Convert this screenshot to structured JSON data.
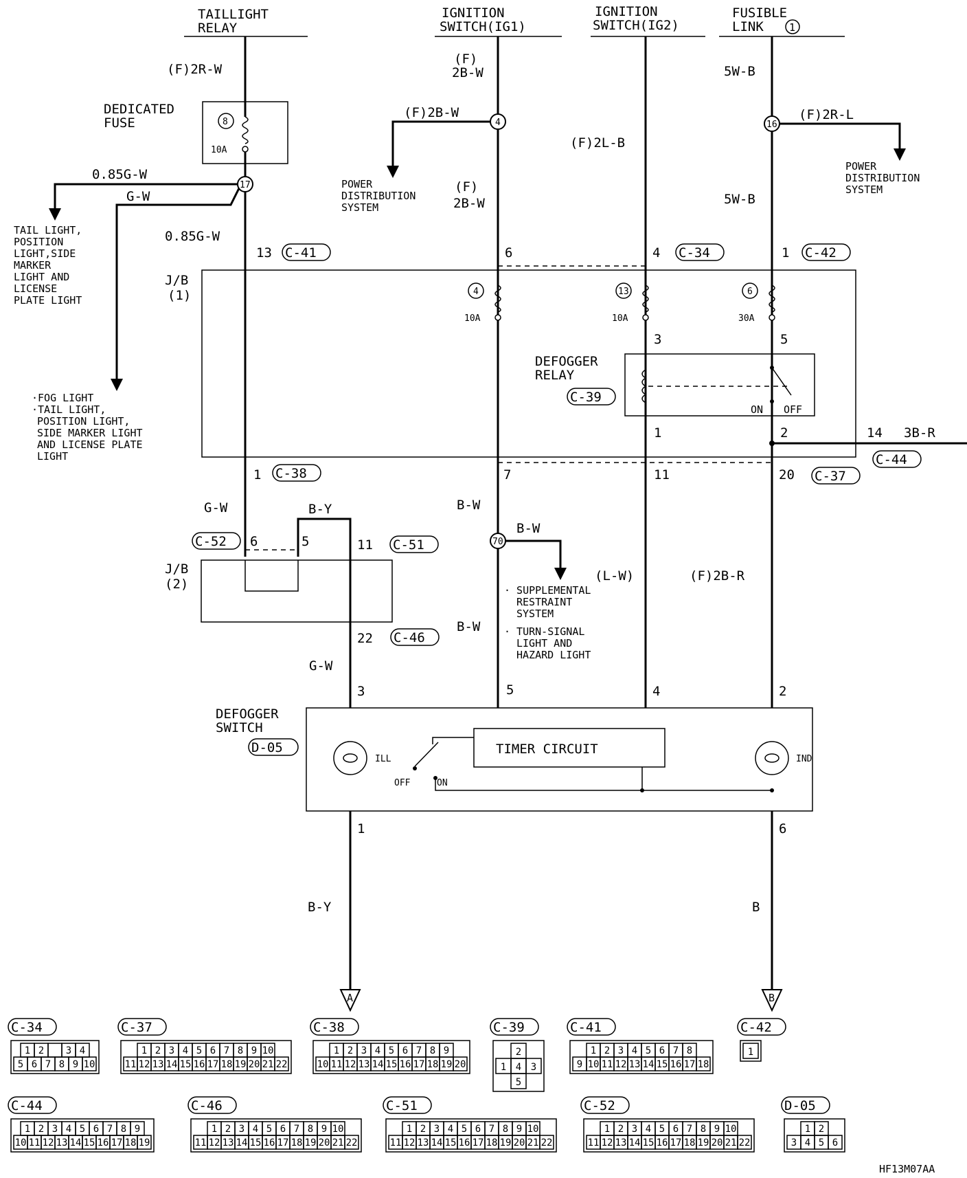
{
  "power_sources": [
    {
      "line1": "TAILLIGHT",
      "line2": "RELAY"
    },
    {
      "line1": "IGNITION",
      "line2": "SWITCH(IG1)"
    },
    {
      "line1": "IGNITION",
      "line2": "SWITCH(IG2)"
    },
    {
      "line1": "FUSIBLE",
      "line2": "LINK",
      "badge": "1"
    }
  ],
  "wires": {
    "w1": "(F)2R-W",
    "w2": "0.85G-W",
    "w3": "G-W",
    "w4": "0.85G-W",
    "w5a": "(F)",
    "w5b": "2B-W",
    "w6": "(F)2B-W",
    "w7a": "(F)",
    "w7b": "2B-W",
    "w8": "(F)2L-B",
    "w9": "5W-B",
    "w10": "(F)2R-L",
    "w11": "5W-B",
    "w12": "G-W",
    "w13": "B-Y",
    "w14": "G-W",
    "w15": "B-W",
    "w16": "B-W",
    "w17": "B-W",
    "w18": "(L-W)",
    "w19": "(F)2B-R",
    "w20": "B-Y",
    "w21": "B",
    "w22": "3B-R"
  },
  "components": {
    "dedicated_fuse": {
      "line1": "DEDICATED",
      "line2": "FUSE",
      "fuse_no": "8",
      "rating": "10A"
    },
    "jb1": {
      "line1": "J/B",
      "line2": "(1)"
    },
    "jb2": {
      "line1": "J/B",
      "line2": "(2)"
    },
    "fuse4": {
      "no": "4",
      "rating": "10A"
    },
    "fuse13": {
      "no": "13",
      "rating": "10A"
    },
    "fuse6": {
      "no": "6",
      "rating": "30A"
    },
    "defogger_relay": {
      "line1": "DEFOGGER",
      "line2": "RELAY",
      "connector": "C-39",
      "on": "ON",
      "off": "OFF"
    },
    "defogger_switch": {
      "line1": "DEFOGGER",
      "line2": "SWITCH",
      "connector": "D-05",
      "timer": "TIMER CIRCUIT",
      "ill": "ILL",
      "ind": "IND",
      "off": "OFF",
      "on": "ON"
    }
  },
  "junctions": {
    "j17": "17",
    "j4": "4",
    "j16": "16",
    "j70": "70"
  },
  "destinations": {
    "d1": [
      "TAIL LIGHT,",
      "POSITION",
      "LIGHT,SIDE",
      "MARKER",
      "LIGHT AND",
      "LICENSE",
      "PLATE LIGHT"
    ],
    "d2": [
      "·FOG LIGHT",
      "·TAIL LIGHT,",
      "POSITION LIGHT,",
      "SIDE MARKER LIGHT",
      "AND LICENSE PLATE",
      "LIGHT"
    ],
    "d3": [
      "POWER",
      "DISTRIBUTION",
      "SYSTEM"
    ],
    "d4": [
      "POWER",
      "DISTRIBUTION",
      "SYSTEM"
    ],
    "d5": [
      "· SUPPLEMENTAL",
      "RESTRAINT",
      "SYSTEM"
    ],
    "d6": [
      "· TURN-SIGNAL",
      "LIGHT AND",
      "HAZARD LIGHT"
    ]
  },
  "connectors_top": {
    "c41": "C-41",
    "c34": "C-34",
    "c42": "C-42",
    "c38": "C-38",
    "c37": "C-37",
    "c44": "C-44",
    "c52": "C-52",
    "c51": "C-51",
    "c46": "C-46"
  },
  "pins": {
    "p13": "13",
    "p6": "6",
    "p4": "4",
    "p1": "1",
    "p3": "3",
    "p5": "5",
    "p1b": "1",
    "p2": "2",
    "p14": "14",
    "p1c": "1",
    "p7": "7",
    "p11": "11",
    "p20": "20",
    "p6b": "6",
    "p5b": "5",
    "p11b": "11",
    "p22": "22",
    "p3s": "3",
    "p5s": "5",
    "p4s": "4",
    "p2s": "2",
    "p1s": "1",
    "p6s": "6"
  },
  "grounds": {
    "a": "A",
    "b": "B"
  },
  "legend": [
    {
      "label": "C-34",
      "rows": [
        [
          "1",
          "2",
          "",
          "3",
          "4"
        ],
        [
          "5",
          "6",
          "7",
          "8",
          "9",
          "10"
        ]
      ]
    },
    {
      "label": "C-37",
      "rows": [
        [
          "1",
          "2",
          "3",
          "4",
          "5",
          "6",
          "7",
          "8",
          "9",
          "10"
        ],
        [
          "11",
          "12",
          "13",
          "14",
          "15",
          "16",
          "17",
          "18",
          "19",
          "20",
          "21",
          "22"
        ]
      ]
    },
    {
      "label": "C-38",
      "rows": [
        [
          "1",
          "2",
          "3",
          "4",
          "5",
          "6",
          "7",
          "8",
          "9"
        ],
        [
          "10",
          "11",
          "12",
          "13",
          "14",
          "15",
          "16",
          "17",
          "18",
          "19",
          "20"
        ]
      ]
    },
    {
      "label": "C-39",
      "rows": [
        [
          "2"
        ],
        [
          "1",
          "4",
          "3"
        ],
        [
          "5"
        ]
      ]
    },
    {
      "label": "C-41",
      "rows": [
        [
          "1",
          "2",
          "3",
          "4",
          "5",
          "6",
          "7",
          "8"
        ],
        [
          "9",
          "10",
          "11",
          "12",
          "13",
          "14",
          "15",
          "16",
          "17",
          "18"
        ]
      ]
    },
    {
      "label": "C-42",
      "rows": [
        [
          "1"
        ]
      ]
    },
    {
      "label": "C-44",
      "rows": [
        [
          "1",
          "2",
          "3",
          "4",
          "5",
          "6",
          "7",
          "8",
          "9"
        ],
        [
          "10",
          "11",
          "12",
          "13",
          "14",
          "15",
          "16",
          "17",
          "18",
          "19"
        ]
      ]
    },
    {
      "label": "C-46",
      "rows": [
        [
          "1",
          "2",
          "3",
          "4",
          "5",
          "6",
          "7",
          "8",
          "9",
          "10"
        ],
        [
          "11",
          "12",
          "13",
          "14",
          "15",
          "16",
          "17",
          "18",
          "19",
          "20",
          "21",
          "22"
        ]
      ]
    },
    {
      "label": "C-51",
      "rows": [
        [
          "1",
          "2",
          "3",
          "4",
          "5",
          "6",
          "7",
          "8",
          "9",
          "10"
        ],
        [
          "11",
          "12",
          "13",
          "14",
          "15",
          "16",
          "17",
          "18",
          "19",
          "20",
          "21",
          "22"
        ]
      ]
    },
    {
      "label": "C-52",
      "rows": [
        [
          "1",
          "2",
          "3",
          "4",
          "5",
          "6",
          "7",
          "8",
          "9",
          "10"
        ],
        [
          "11",
          "12",
          "13",
          "14",
          "15",
          "16",
          "17",
          "18",
          "19",
          "20",
          "21",
          "22"
        ]
      ]
    },
    {
      "label": "D-05",
      "rows": [
        [
          "1",
          "2"
        ],
        [
          "3",
          "4",
          "5",
          "6"
        ]
      ]
    }
  ],
  "drawing_code": "HF13M07AA"
}
